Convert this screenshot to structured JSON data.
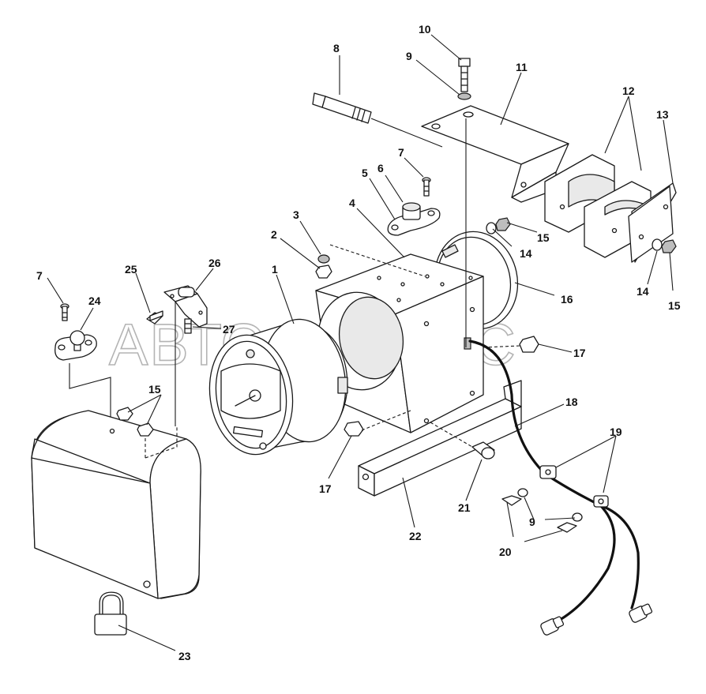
{
  "watermark": "АВТОАЛЬЯНС",
  "callouts": [
    {
      "id": "c1",
      "text": "1"
    },
    {
      "id": "c2",
      "text": "2"
    },
    {
      "id": "c3",
      "text": "3"
    },
    {
      "id": "c4",
      "text": "4"
    },
    {
      "id": "c5",
      "text": "5"
    },
    {
      "id": "c6",
      "text": "6"
    },
    {
      "id": "c7a",
      "text": "7"
    },
    {
      "id": "c7b",
      "text": "7"
    },
    {
      "id": "c8",
      "text": "8"
    },
    {
      "id": "c9a",
      "text": "9"
    },
    {
      "id": "c9b",
      "text": "9"
    },
    {
      "id": "c10",
      "text": "10"
    },
    {
      "id": "c11",
      "text": "11"
    },
    {
      "id": "c12",
      "text": "12"
    },
    {
      "id": "c13",
      "text": "13"
    },
    {
      "id": "c14a",
      "text": "14"
    },
    {
      "id": "c14b",
      "text": "14"
    },
    {
      "id": "c15a",
      "text": "15"
    },
    {
      "id": "c15b",
      "text": "15"
    },
    {
      "id": "c15c",
      "text": "15"
    },
    {
      "id": "c16",
      "text": "16"
    },
    {
      "id": "c17a",
      "text": "17"
    },
    {
      "id": "c17b",
      "text": "17"
    },
    {
      "id": "c18",
      "text": "18"
    },
    {
      "id": "c19",
      "text": "19"
    },
    {
      "id": "c20",
      "text": "20"
    },
    {
      "id": "c21",
      "text": "21"
    },
    {
      "id": "c22",
      "text": "22"
    },
    {
      "id": "c23",
      "text": "23"
    },
    {
      "id": "c24",
      "text": "24"
    },
    {
      "id": "c25",
      "text": "25"
    },
    {
      "id": "c26",
      "text": "26"
    },
    {
      "id": "c27",
      "text": "27"
    }
  ]
}
